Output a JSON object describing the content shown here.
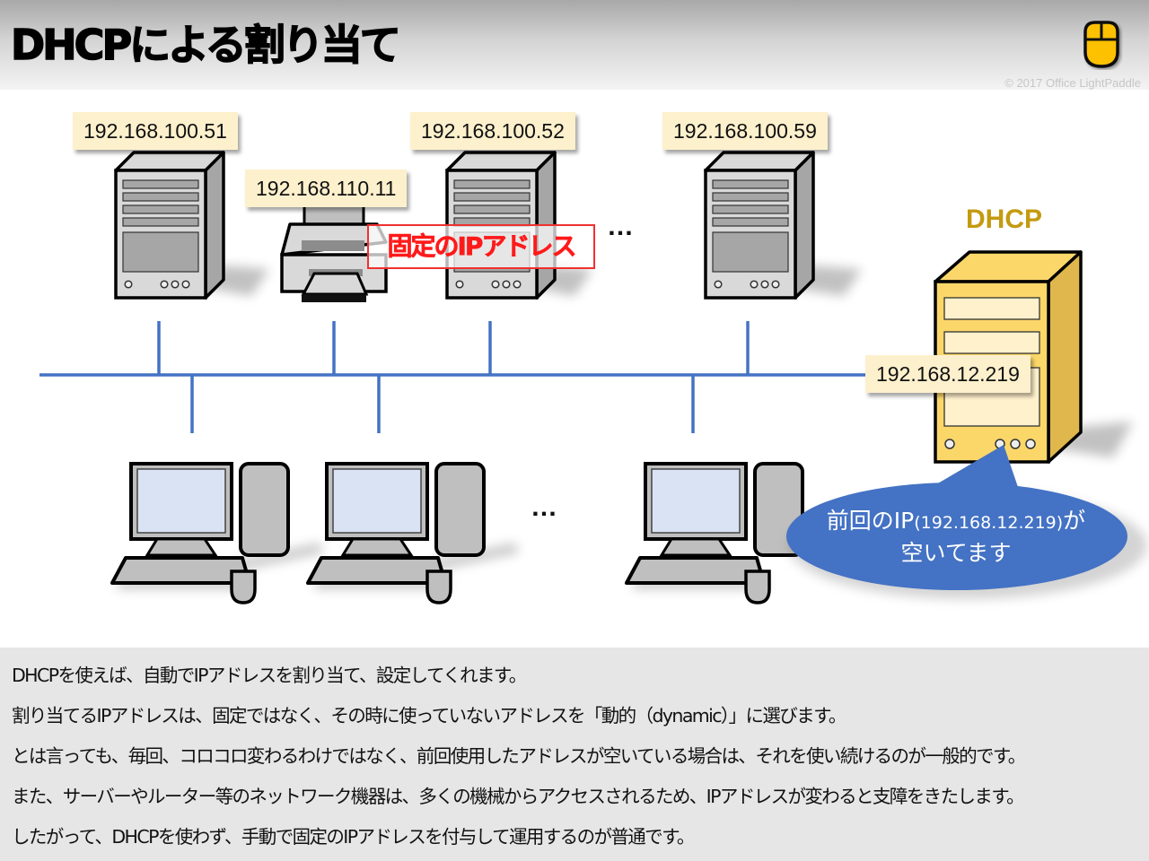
{
  "header": {
    "title": "DHCPによる割り当て",
    "logo_icon": "mouse-icon",
    "copyright": "© 2017 Office LightPaddle"
  },
  "diagram": {
    "static_devices": [
      {
        "type": "server",
        "ip": "192.168.100.51"
      },
      {
        "type": "printer",
        "ip": "192.168.110.11"
      },
      {
        "type": "server",
        "ip": "192.168.100.52"
      },
      {
        "type": "server",
        "ip": "192.168.100.59"
      }
    ],
    "fixed_ip_label": "固定のIPアドレス",
    "ellipsis": "…",
    "dhcp_server": {
      "title": "DHCP",
      "ip": "192.168.12.219"
    },
    "clients": [
      {
        "type": "pc"
      },
      {
        "type": "pc"
      },
      {
        "type": "pc"
      }
    ],
    "speech_bubble": {
      "line1_prefix": "前回のIP",
      "line1_ip": "(192.168.12.219)",
      "line1_suffix": "が",
      "line2": "空いてます"
    },
    "colors": {
      "network_line": "#4472c4",
      "label_bg": "#fdf0cc",
      "fixed_ip_red": "#ff1a1a",
      "dhcp_gold": "#c49a10",
      "dhcp_server_fill": "#fbd76a",
      "bubble_blue": "#4472c4",
      "device_gray": "#c0c0c0",
      "screen_blue": "#dae3f3"
    }
  },
  "description": {
    "lines": [
      "DHCPを使えば、自動でIPアドレスを割り当て、設定してくれます。",
      "割り当てるIPアドレスは、固定ではなく、その時に使っていないアドレスを「動的（dynamic）」に選びます。",
      "とは言っても、毎回、コロコロ変わるわけではなく、前回使用したアドレスが空いている場合は、それを使い続けるのが一般的です。",
      "また、サーバーやルーター等のネットワーク機器は、多くの機械からアクセスされるため、IPアドレスが変わると支障をきたします。",
      "したがって、DHCPを使わず、手動で固定のIPアドレスを付与して運用するのが普通です。"
    ]
  }
}
